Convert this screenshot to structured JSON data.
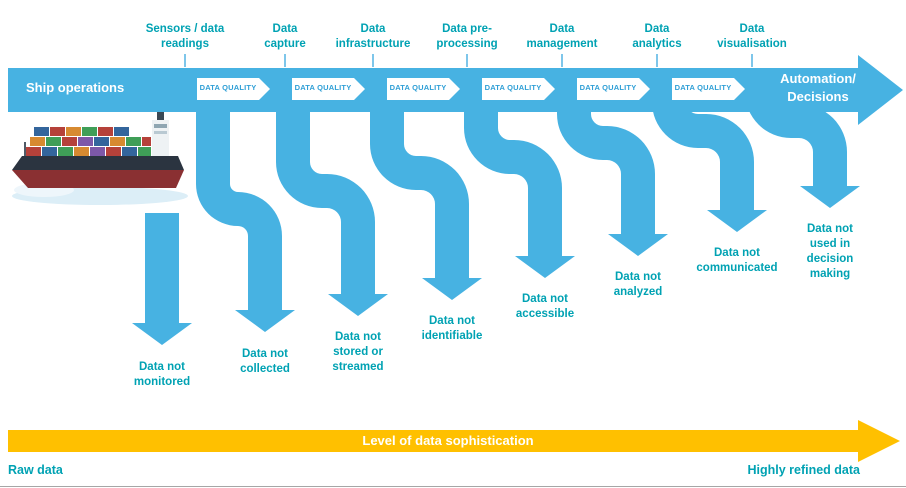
{
  "colors": {
    "band_blue": "#47B2E2",
    "teal": "#00A2B3",
    "gold": "#FFC000",
    "dq_blue": "#2F9FD6"
  },
  "band": {
    "ship_operations_label": "Ship operations",
    "automation_label": "Automation/\nDecisions",
    "data_quality_label": "DATA QUALITY"
  },
  "stages": [
    {
      "label": "Sensors / data\nreadings"
    },
    {
      "label": "Data\ncapture"
    },
    {
      "label": "Data\ninfrastructure"
    },
    {
      "label": "Data pre-\nprocessing"
    },
    {
      "label": "Data\nmanagement"
    },
    {
      "label": "Data\nanalytics"
    },
    {
      "label": "Data\nvisualisation"
    }
  ],
  "failures": [
    {
      "label": "Data not\nmonitored"
    },
    {
      "label": "Data not\ncollected"
    },
    {
      "label": "Data not\nstored or\nstreamed"
    },
    {
      "label": "Data not\nidentifiable"
    },
    {
      "label": "Data not\naccessible"
    },
    {
      "label": "Data not\nanalyzed"
    },
    {
      "label": "Data not\ncommunicated"
    },
    {
      "label": "Data not\nused in\ndecision\nmaking"
    }
  ],
  "sophistication": {
    "arrow_label": "Level of data sophistication",
    "left_label": "Raw data",
    "right_label": "Highly refined data"
  }
}
